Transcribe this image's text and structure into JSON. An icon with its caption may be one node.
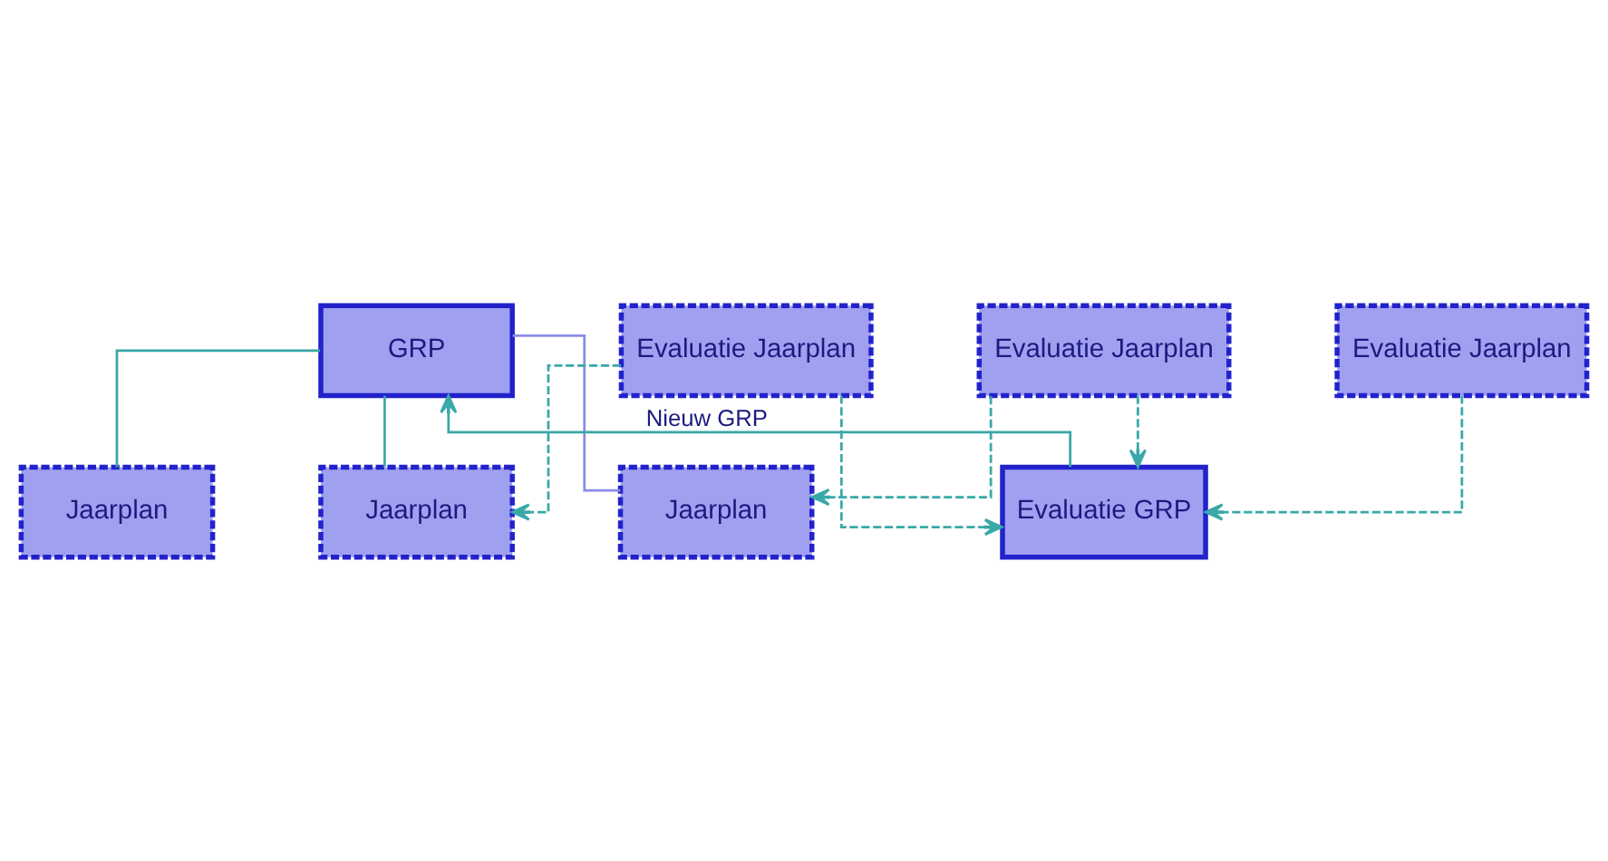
{
  "diagram": {
    "nodes": [
      {
        "text": [
          "GRP"
        ]
      },
      {
        "text": [
          "Jaarplan"
        ]
      },
      {
        "text": [
          "Jaarplan"
        ]
      },
      {
        "text": [
          "Jaarplan"
        ]
      },
      {
        "text": [
          "Evaluatie Jaarplan"
        ]
      },
      {
        "text": [
          "Evaluatie Jaarplan"
        ]
      },
      {
        "text": [
          "Evaluatie Jaarplan"
        ]
      },
      {
        "text": [
          "Evaluatie GRP"
        ]
      }
    ],
    "edges": [
      {
        "from": 0,
        "to": 1,
        "arrow": "none"
      },
      {
        "from": 0,
        "to": 2,
        "arrow": "none"
      },
      {
        "from": 0,
        "to": 3,
        "arrow": "none",
        "color": "#8c8ce8"
      },
      {
        "from": 4,
        "to": 2,
        "arrow": "to",
        "style": "dashed"
      },
      {
        "from": 5,
        "to": 3,
        "arrow": "to",
        "style": "dashed"
      },
      {
        "from": 4,
        "to": 7,
        "arrow": "to",
        "style": "dashed"
      },
      {
        "from": 5,
        "to": 7,
        "arrow": "to",
        "style": "dashed"
      },
      {
        "from": 6,
        "to": 7,
        "arrow": "to",
        "style": "dashed"
      },
      {
        "from": 7,
        "to": 0,
        "arrow": "to",
        "label": "Nieuw GRP"
      }
    ]
  }
}
